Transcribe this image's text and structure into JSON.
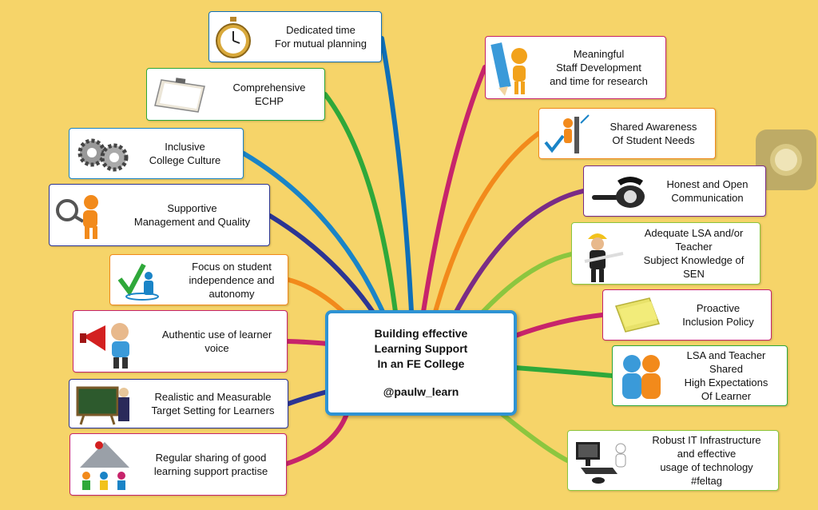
{
  "center": {
    "lines": [
      "Building effective",
      "Learning Support",
      "In an FE College"
    ],
    "handle": "@paulw_learn",
    "border_color": "#2e93d4"
  },
  "background": "#f6d469",
  "nodes": [
    {
      "id": "dedicated-time",
      "lines": [
        "Dedicated time",
        "For mutual planning"
      ],
      "color": "#0f6fb8",
      "icon": "stopwatch-icon"
    },
    {
      "id": "echp",
      "lines": [
        "Comprehensive",
        "ECHP"
      ],
      "color": "#2fa83a",
      "icon": "clipboard-icon"
    },
    {
      "id": "college-culture",
      "lines": [
        "Inclusive",
        "College Culture"
      ],
      "color": "#1a84c7",
      "icon": "gears-icon"
    },
    {
      "id": "management",
      "lines": [
        "Supportive",
        "Management and Quality"
      ],
      "color": "#2c3593",
      "icon": "magnifier-figure-icon"
    },
    {
      "id": "independence",
      "lines": [
        "Focus on student",
        "independence and",
        "autonomy"
      ],
      "color": "#f28a1b",
      "icon": "checkmark-person-icon"
    },
    {
      "id": "learner-voice",
      "lines": [
        "Authentic use of learner",
        "voice"
      ],
      "color": "#c7246b",
      "icon": "megaphone-figure-icon"
    },
    {
      "id": "target-setting",
      "lines": [
        "Realistic and Measurable",
        "Target Setting for Learners"
      ],
      "color": "#2c3593",
      "icon": "blackboard-teacher-icon"
    },
    {
      "id": "sharing-practice",
      "lines": [
        "Regular sharing of good",
        "learning support practise"
      ],
      "color": "#c7246b",
      "icon": "house-people-icon"
    },
    {
      "id": "staff-development",
      "lines": [
        "Meaningful",
        "Staff Development",
        "and time for research"
      ],
      "color": "#c7246b",
      "icon": "pencil-figure-icon"
    },
    {
      "id": "shared-awareness",
      "lines": [
        "Shared Awareness",
        "Of Student Needs"
      ],
      "color": "#f28a1b",
      "icon": "checklist-figure-icon"
    },
    {
      "id": "communication",
      "lines": [
        "Honest and Open",
        "Communication"
      ],
      "color": "#7a2c86",
      "icon": "telephone-icon"
    },
    {
      "id": "subject-knowledge",
      "lines": [
        "Adequate LSA and/or",
        "Teacher",
        "Subject Knowledge of",
        "SEN"
      ],
      "color": "#8cc63f",
      "icon": "builder-figure-icon"
    },
    {
      "id": "inclusion-policy",
      "lines": [
        "Proactive",
        "Inclusion Policy"
      ],
      "color": "#c7246b",
      "icon": "sticky-note-icon"
    },
    {
      "id": "high-expectations",
      "lines": [
        "LSA and Teacher",
        "Shared",
        "High Expectations",
        "Of Learner"
      ],
      "color": "#2fa83a",
      "icon": "two-people-icon"
    },
    {
      "id": "it-infrastructure",
      "lines": [
        "Robust IT Infrastructure",
        "and effective",
        "usage of technology",
        "#feltag"
      ],
      "color": "#8cc63f",
      "icon": "computer-figure-icon"
    }
  ]
}
